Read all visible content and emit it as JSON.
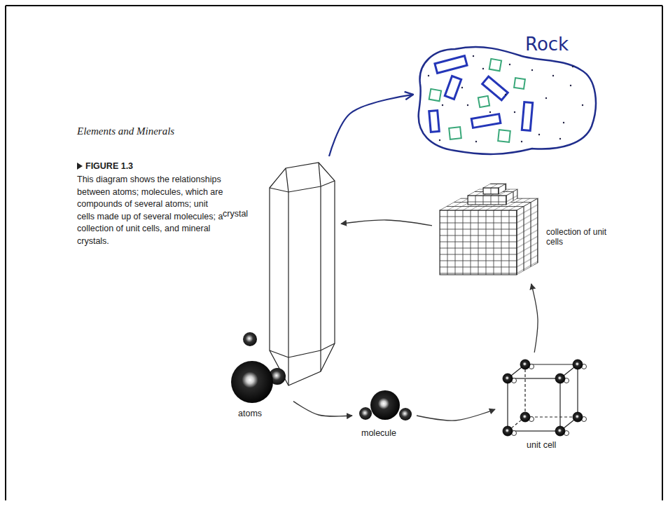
{
  "diagram": {
    "caption": "This diagram shows the relationships between atoms; molecules, which are compounds of several atoms; unit cells made up of several molecules; a collection of unit cells, and mineral crystals.",
    "nodes": [
      {
        "text": [
          "atoms"
        ]
      },
      {
        "text": [
          "molecule"
        ]
      },
      {
        "text": [
          "unit cell"
        ]
      },
      {
        "text": [
          "collection of unit cells"
        ]
      },
      {
        "text": [
          "crystal"
        ]
      },
      {
        "text": [
          "Rock"
        ]
      }
    ],
    "edges": [
      {
        "from": 0,
        "to": 1,
        "arrow": "to"
      },
      {
        "from": 1,
        "to": 2,
        "arrow": "to"
      },
      {
        "from": 2,
        "to": 3,
        "arrow": "to"
      },
      {
        "from": 3,
        "to": 4,
        "arrow": "to"
      },
      {
        "from": 4,
        "to": 5,
        "arrow": "to"
      }
    ],
    "labels": [
      "Elements and Minerals",
      "FIGURE 1.3"
    ]
  }
}
